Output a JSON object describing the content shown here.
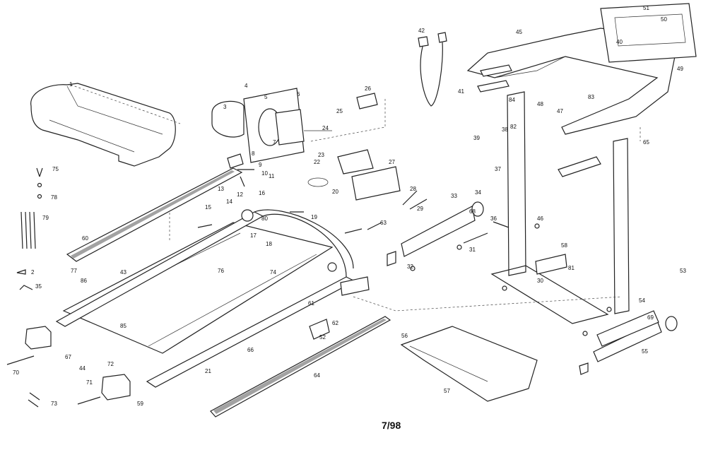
{
  "footer_text": "7/98",
  "callouts": [
    "1",
    "2",
    "3",
    "4",
    "5",
    "6",
    "7",
    "8",
    "9",
    "10",
    "11",
    "12",
    "13",
    "14",
    "15",
    "16",
    "17",
    "18",
    "19",
    "20",
    "21",
    "22",
    "23",
    "24",
    "25",
    "26",
    "27",
    "28",
    "29",
    "30",
    "31",
    "32",
    "33",
    "34",
    "35",
    "36",
    "37",
    "38",
    "39",
    "40",
    "41",
    "42",
    "43",
    "44",
    "45",
    "46",
    "47",
    "48",
    "49",
    "50",
    "51",
    "52",
    "53",
    "54",
    "55",
    "56",
    "57",
    "58",
    "59",
    "60",
    "61",
    "62",
    "63",
    "64",
    "65",
    "66",
    "67",
    "68",
    "69",
    "70",
    "71",
    "72",
    "73",
    "74",
    "75",
    "76",
    "77",
    "78",
    "79",
    "80",
    "81",
    "82",
    "83",
    "84",
    "85",
    "86"
  ],
  "colors": {
    "ink": "#222222",
    "paper": "#ffffff"
  }
}
